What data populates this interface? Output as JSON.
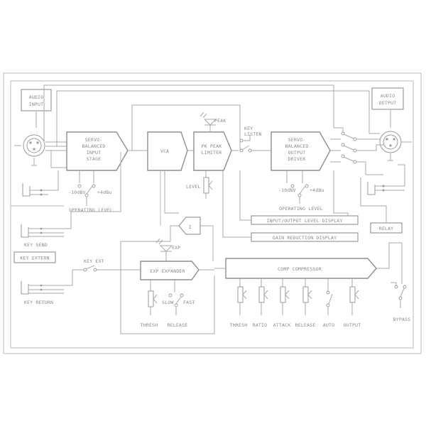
{
  "labels": {
    "audio_input": [
      "AUDIO",
      "INPUT"
    ],
    "audio_output": [
      "AUDIO",
      "OUTPUT"
    ],
    "input_stage": [
      "SERVO-",
      "BALANCED",
      "INPUT",
      "STAGE"
    ],
    "vca": "VCA",
    "peak_limiter": [
      "PK PEAK",
      "LIMITER"
    ],
    "peak_led": "PEAK",
    "key_listen": [
      "KEY",
      "LISTEN"
    ],
    "output_driver": [
      "SERVO-",
      "BALANCED",
      "OUTPUT",
      "DRIVER"
    ],
    "level": "LEVEL",
    "operating_level_in": "OPERATING LEVEL",
    "operating_level_out": "OPERATING LEVEL",
    "op_left": "-10dBV",
    "op_right": "+4dBu",
    "op_left_out": "-10dBV",
    "op_right_out": "+4dBu",
    "io_display": "INPUT/OUTPUT LEVEL DISPLAY",
    "gr_display": "GAIN REDUCTION DISPLAY",
    "relay": "RELAY",
    "key_send": "KEY SEND",
    "key_return": "KEY RETURN",
    "key_extern": "KEY EXTERN",
    "key_ext": "KEY EXT",
    "sum": "Σ",
    "exp_led": "EXP",
    "exp_expander": "EXP EXPANDER",
    "expander_fast": "FAST",
    "expander_slow": "SLOW",
    "thresh": "THRESH",
    "release": "RELEASE",
    "comp_compressor": "COMP COMPRESSOR",
    "comp_controls": [
      "THRESH",
      "RATIO",
      "ATTACK",
      "RELEASE",
      "AUTO",
      "OUTPUT"
    ],
    "bypass": "BYPASS"
  }
}
